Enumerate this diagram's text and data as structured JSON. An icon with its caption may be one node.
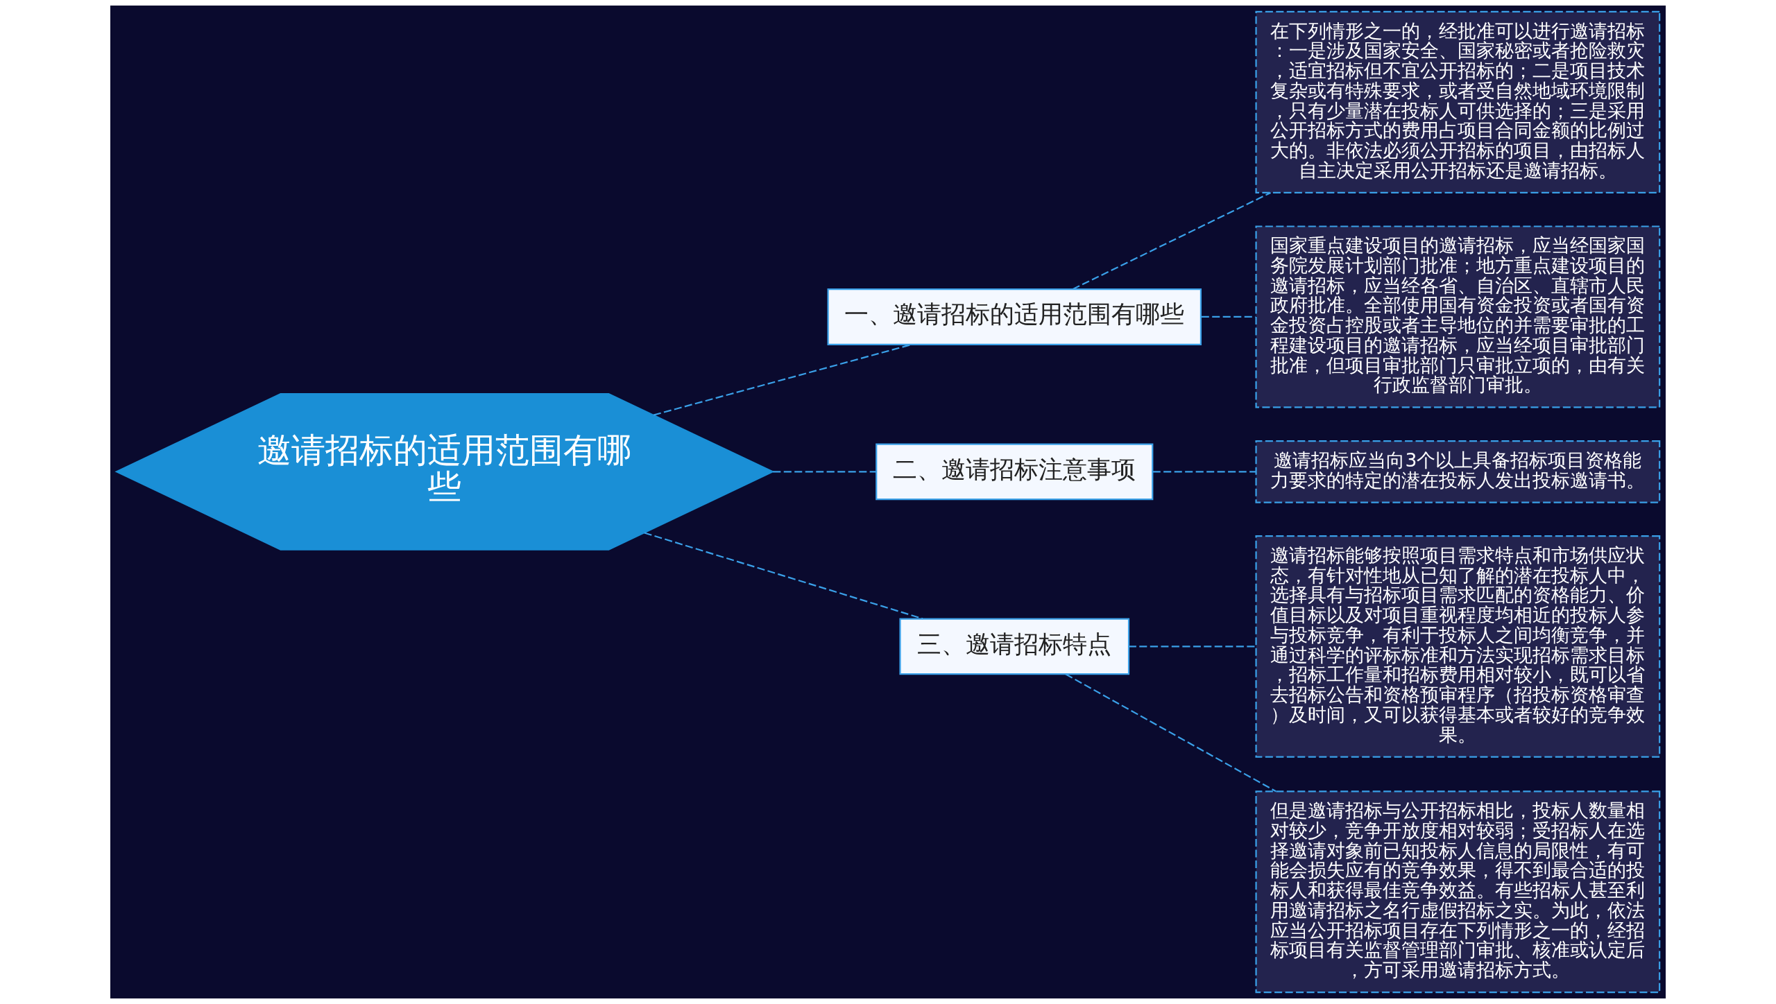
{
  "diagram": {
    "nodes": [
      {
        "text": [
          "邀请招标的适用范围有哪些"
        ]
      },
      {
        "text": [
          "一、邀请招标的适用范围有哪些"
        ]
      },
      {
        "text": [
          "在下列情形之一的，经批准可以进行邀请招标：一是涉及国家安全、国家秘密或者抢险救灾，适宜招标但不宜公开招标的；二是项目技术复杂或有特殊要求，或者受自然地域环境限制，只有少量潜在投标人可供选择的；三是采用公开招标方式的费用占项目合同金额的比例过大的。非依法必须公开招标的项目，由招标人自主决定采用公开招标还是邀请招标。"
        ]
      },
      {
        "text": [
          "国家重点建设项目的邀请招标，应当经国家国务院发展计划部门批准；地方重点建设项目的邀请招标，应当经各省、自治区、直辖市人民政府批准。全部使用国有资金投资或者国有资金投资占控股或者主导地位的并需要审批的工程建设项目的邀请招标，应当经项目审批部门批准，但项目审批部门只审批立项的，由有关行政监督部门审批。"
        ]
      },
      {
        "text": [
          "二、邀请招标注意事项"
        ]
      },
      {
        "text": [
          "邀请招标应当向3个以上具备招标项目资格能力要求的特定的潜在投标人发出投标邀请书。"
        ]
      },
      {
        "text": [
          "三、邀请招标特点"
        ]
      },
      {
        "text": [
          "邀请招标能够按照项目需求特点和市场供应状态，有针对性地从已知了解的潜在投标人中，选择具有与招标项目需求匹配的资格能力、价值目标以及对项目重视程度均相近的投标人参与投标竞争，有利于投标人之间均衡竞争，并通过科学的评标标准和方法实现招标需求目标，招标工作量和招标费用相对较小，既可以省去招标公告和资格预审程序（招投标资格审查）及时间，又可以获得基本或者较好的竞争效果。"
        ]
      },
      {
        "text": [
          "但是邀请招标与公开招标相比，投标人数量相对较少，竞争开放度相对较弱；受招标人在选择邀请对象前已知投标人信息的局限性，有可能会损失应有的竞争效果，得不到最合适的投标人和获得最佳竞争效益。有些招标人甚至利用邀请招标之名行虚假招标之实。为此，依法应当公开招标项目存在下列情形之一的，经招标项目有关监督管理部门审批、核准或认定后，方可采用邀请招标方式。"
        ]
      }
    ],
    "edges": [
      {
        "from": 0,
        "to": 1,
        "arrow": "none",
        "style": "dashed"
      },
      {
        "from": 1,
        "to": 2,
        "arrow": "none",
        "style": "dashed"
      },
      {
        "from": 1,
        "to": 3,
        "arrow": "none",
        "style": "dashed"
      },
      {
        "from": 0,
        "to": 4,
        "arrow": "none",
        "style": "dashed"
      },
      {
        "from": 4,
        "to": 5,
        "arrow": "none",
        "style": "dashed"
      },
      {
        "from": 0,
        "to": 6,
        "arrow": "none",
        "style": "dashed"
      },
      {
        "from": 6,
        "to": 7,
        "arrow": "none",
        "style": "dashed"
      },
      {
        "from": 6,
        "to": 8,
        "arrow": "none",
        "style": "dashed"
      }
    ]
  }
}
